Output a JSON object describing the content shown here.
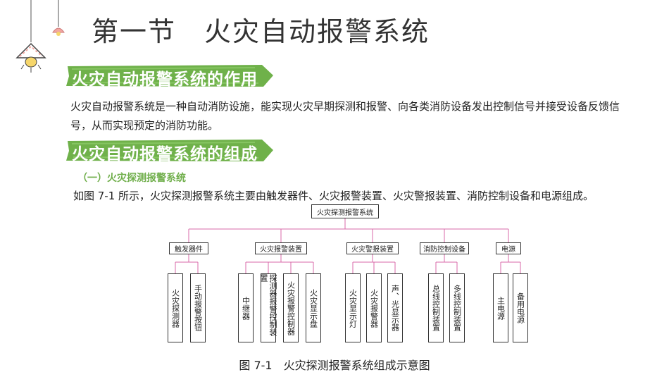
{
  "title": "第一节　火灾自动报警系统",
  "sections": [
    {
      "heading": "火灾自动报警系统的作用",
      "paragraph": "火灾自动报警系统是一种自动消防设施，能实现火灾早期探测和报警、向各类消防设备发出控制信号并接受设备反馈信号，从而实现预定的消防功能。"
    },
    {
      "heading": "火灾自动报警系统的组成",
      "subheading": "（一）火灾探测报警系统",
      "paragraph": "如图 7-1 所示，火灾探测报警系统主要由触发器件、火灾报警装置、火灾警报装置、消防控制设备和电源组成。"
    }
  ],
  "diagram": {
    "root": "火灾探测报警系统",
    "groups": [
      {
        "label": "触发器件",
        "children": [
          "火灾探测器",
          "手动报警按钮"
        ]
      },
      {
        "label": "火灾报警装置",
        "children": [
          "中继器",
          "探测器报警控制装置",
          "火灾报警控制器",
          "火灾显示盘"
        ]
      },
      {
        "label": "火灾警报装置",
        "children": [
          "火灾显示灯",
          "火灾报警器",
          "声、光显示器"
        ]
      },
      {
        "label": "消防控制设备",
        "children": [
          "总线控制装置",
          "多线控制装置"
        ]
      },
      {
        "label": "电源",
        "children": [
          "主电源",
          "备用电源"
        ]
      }
    ],
    "caption": "图 7-1　火灾探测报警系统组成示意图"
  },
  "colors": {
    "banner_green": "#6fb14a",
    "subheading_green": "#6fae4a",
    "connector_pink": "#d96aa8",
    "lamp_yellow": "#f6d66b",
    "lamp_pink": "#f2a7a0"
  },
  "icons": [
    "hanging-lamp-icon",
    "hanging-bulb-icon"
  ]
}
